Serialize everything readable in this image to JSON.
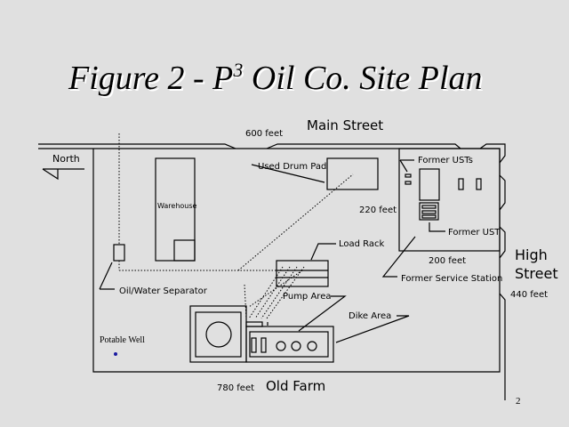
{
  "slide": {
    "title": "Figure 2 - P",
    "title_sup": "3",
    "title_rest": " Oil Co. Site Plan",
    "page_number": "2"
  },
  "labels": {
    "main_street": "Main Street",
    "main_street_length": "600 feet",
    "north": "North",
    "used_drum_pad": "Used Drum Pad",
    "warehouse": "Warehouse",
    "oil_water_separator": "Oil/Water Separator",
    "former_usts": "Former USTs",
    "former_ust": "Former UST",
    "station_depth": "220 feet",
    "station_width": "200 feet",
    "former_service_station": "Former Service Station",
    "high_street_1": "High",
    "high_street_2": "Street",
    "high_street_length": "440 feet",
    "load_rack": "Load Rack",
    "pump_area": "Pump Area",
    "dike_area": "Dike Area",
    "potable_well": "Potable Well",
    "old_farm": "Old Farm",
    "old_farm_length": "780 feet"
  },
  "colors": {
    "background": "#e0e0e0",
    "well": "#1a1aa0"
  }
}
